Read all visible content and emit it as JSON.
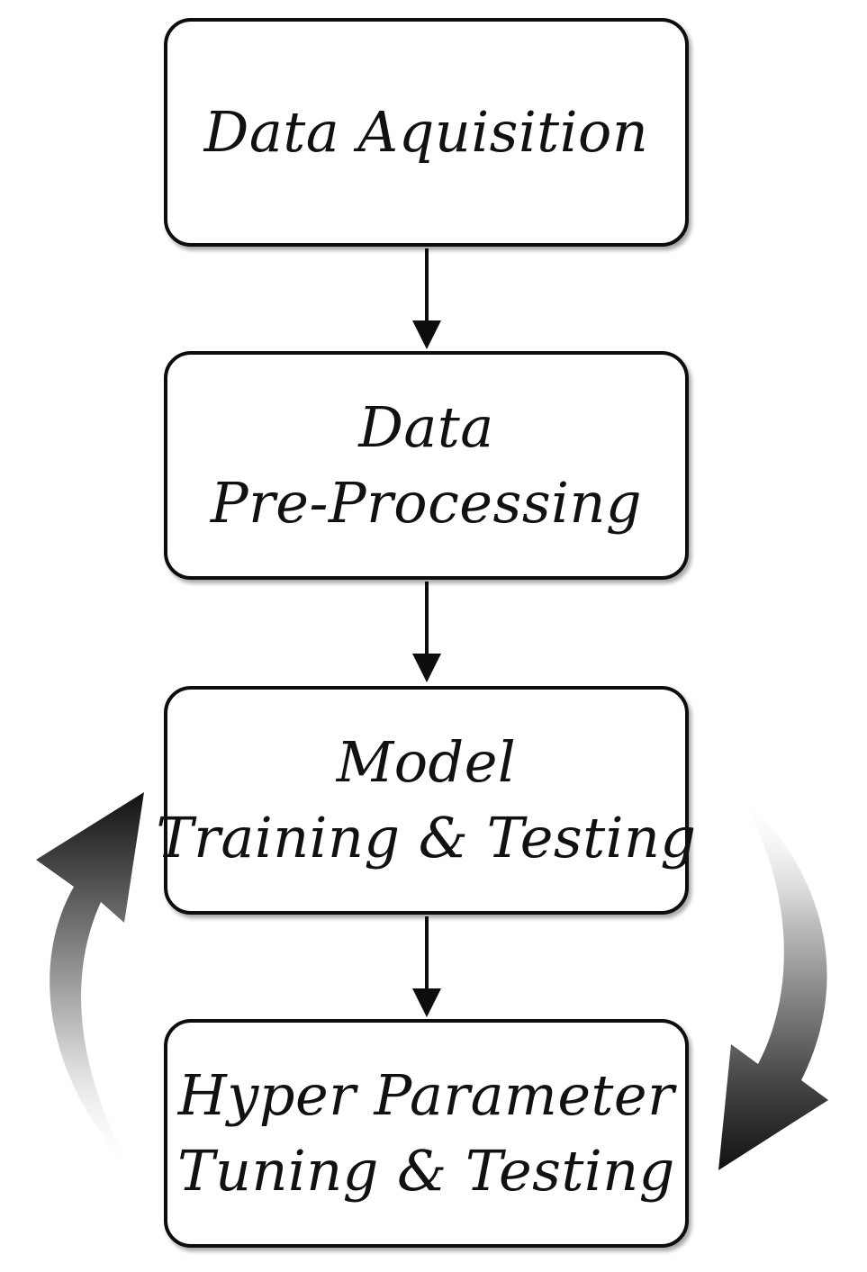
{
  "steps": [
    {
      "lines": [
        "Data Aquisition"
      ]
    },
    {
      "lines": [
        "Data",
        "Pre-Processing"
      ]
    },
    {
      "lines": [
        "Model",
        "Training & Testing"
      ]
    },
    {
      "lines": [
        "Hyper Parameter",
        "Tuning & Testing"
      ]
    }
  ],
  "colors": {
    "stroke": "#0d0d0d",
    "text": "#111111",
    "loop_arrow_dark": "#1a1a1a",
    "background": "#ffffff"
  },
  "icons": {
    "connector": "down-arrow-icon",
    "loop_up": "curved-arrow-up-icon",
    "loop_down": "curved-arrow-down-icon"
  }
}
